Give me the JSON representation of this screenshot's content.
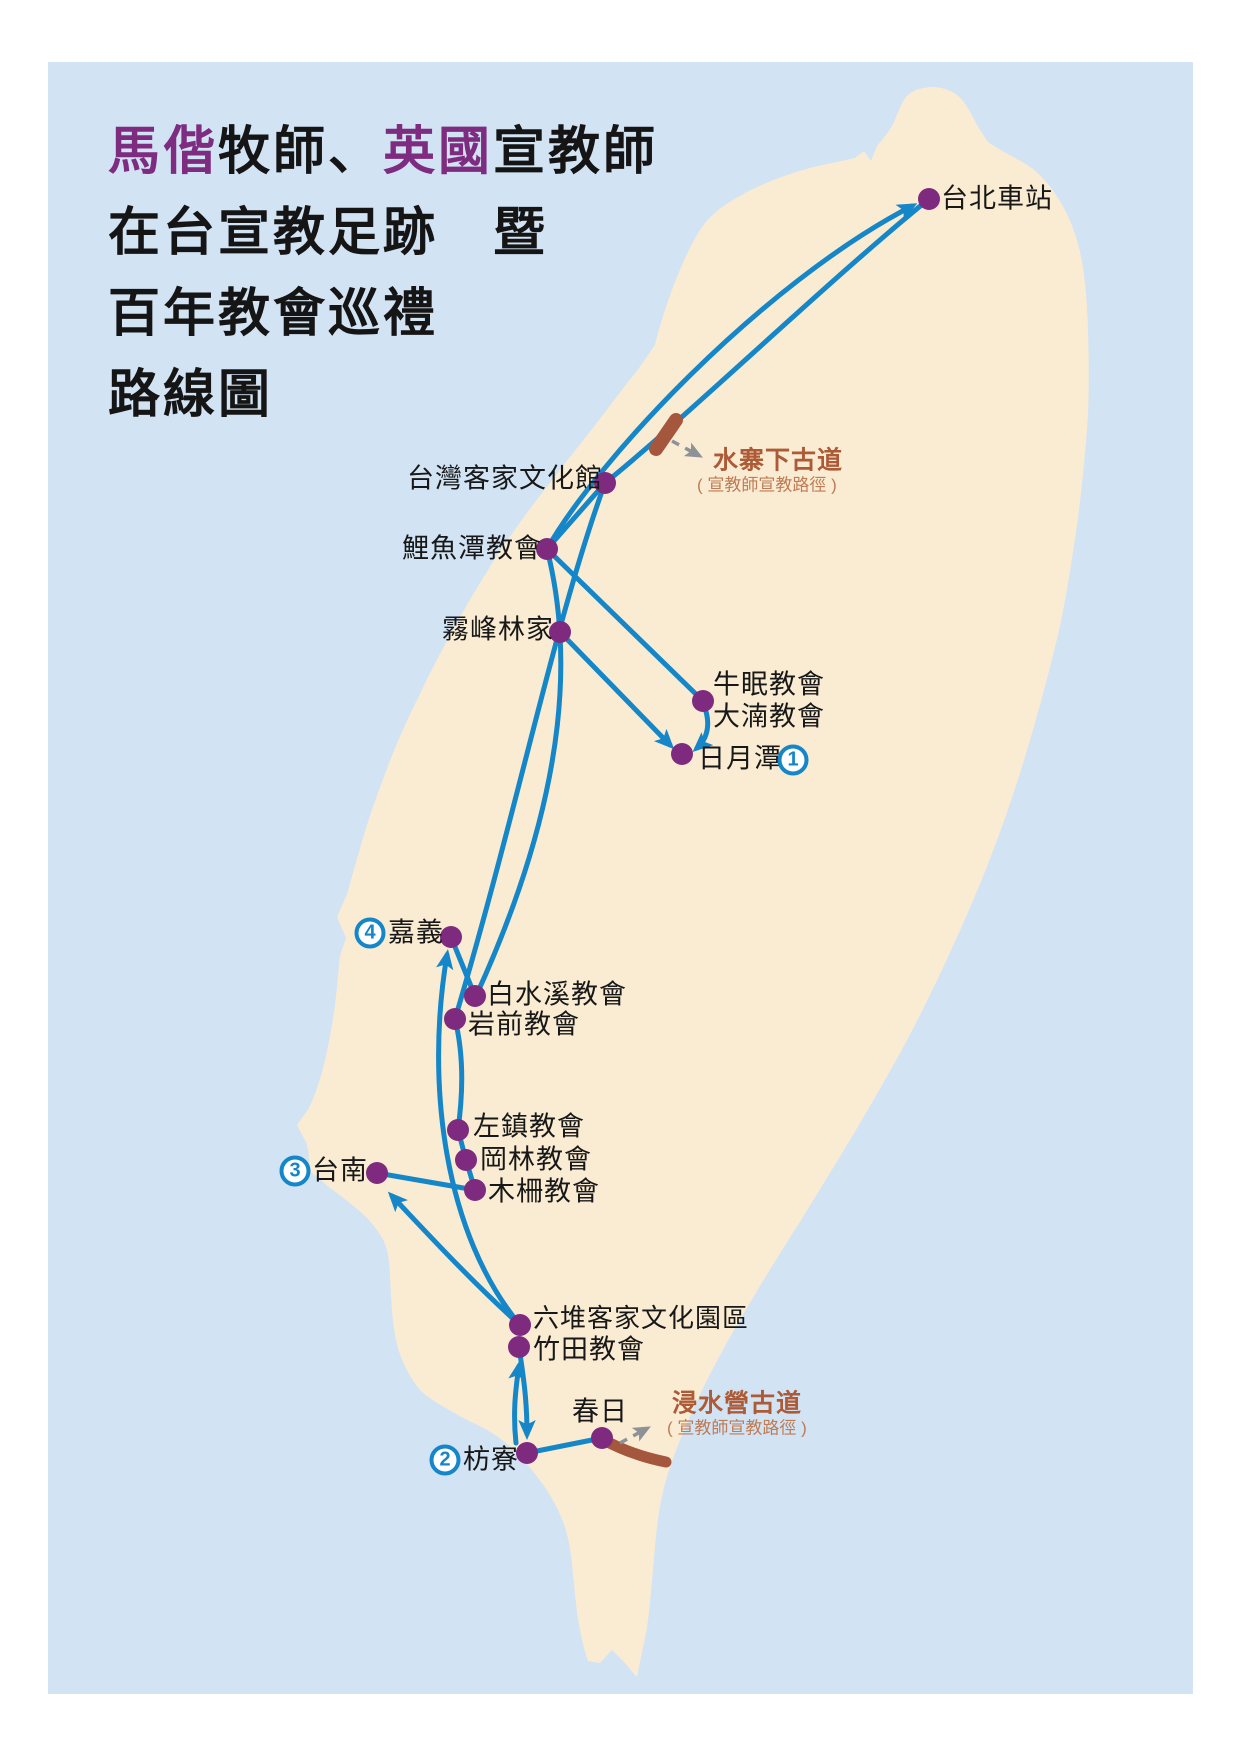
{
  "title": {
    "accent1": "馬偕",
    "part1": "牧師、",
    "accent2": "英國",
    "part2": "宣教師",
    "line2": "在台宣教足跡　暨",
    "line3": "百年教會巡禮",
    "line4": "路線圖"
  },
  "badges": {
    "b1": "1",
    "b2": "2",
    "b3": "3",
    "b4": "4"
  },
  "locations": {
    "taipei_station": "台北車站",
    "hakka_hall": "台灣客家文化館",
    "liyutan": "鯉魚潭教會",
    "wufeng_lin": "霧峰林家",
    "niumian": "牛眠教會",
    "danan": "大湳教會",
    "sun_moon_lake": "日月潭",
    "chiayi": "嘉義",
    "baishuixi": "白水溪教會",
    "yanqian": "岩前教會",
    "zuozhen": "左鎮教會",
    "ganglin": "岡林教會",
    "muzha": "木柵教會",
    "tainan": "台南",
    "liudui": "六堆客家文化園區",
    "zhutian": "竹田教會",
    "chunri": "春日",
    "fangliao": "枋寮"
  },
  "trails": {
    "shuizhaixia": {
      "name": "水寨下古道",
      "sub": "( 宣教師宣教路徑 )"
    },
    "jinshuiying": {
      "name": "浸水營古道",
      "sub": "( 宣教師宣教路徑 )"
    }
  },
  "colors": {
    "sea": "#D2E3F4",
    "land": "#FAECD3",
    "route": "#1586C8",
    "dot": "#7E2B7F",
    "trail": "#A5573D",
    "trail_text": "#AD5A36",
    "title_accent": "#7D2C80"
  }
}
